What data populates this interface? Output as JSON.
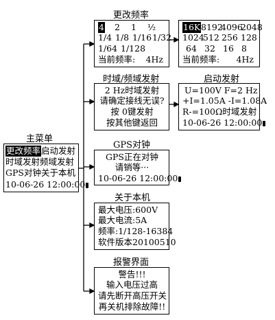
{
  "main_menu": {
    "title": "主菜单",
    "rows": [
      {
        "a": "更改频率",
        "b": "启动发射"
      },
      {
        "a": "时域发射",
        "b": "频域发射"
      },
      {
        "a": "GPS对钟",
        "b": "关于本机"
      }
    ],
    "datetime": "10-06-26 12:00:00"
  },
  "freq": {
    "title": "更改频率",
    "grid": [
      [
        "4",
        "2",
        "1",
        "½"
      ],
      [
        "1/4",
        "1/8",
        "1/16",
        "1/32"
      ],
      [
        "1/64",
        "1/128",
        "",
        ""
      ]
    ],
    "current_label": "当前频率:",
    "current_value": "4Hz"
  },
  "freq_high": {
    "grid": [
      [
        "16K",
        "8192",
        "4096",
        "2048"
      ],
      [
        "1024",
        "512",
        "256",
        "128"
      ],
      [
        "64",
        "32",
        "16",
        "8"
      ]
    ],
    "current_label": "当前频率:",
    "current_value": "4Hz"
  },
  "transmit": {
    "title": "时域/频域发射",
    "lines": [
      "2 Hz时域发射",
      "请确定接线无误?",
      "按 0键发射",
      "按其他键返回"
    ]
  },
  "start": {
    "title": "启动发射",
    "lines": [
      "U=100V F=2 Hz",
      "+I=1.05A -I=1.08A",
      "R-=100Ω时域发射"
    ],
    "datetime": "10-06-26 12:00:00"
  },
  "gps": {
    "title": "GPS对钟",
    "lines": [
      "GPS正在对钟",
      "请销等···"
    ],
    "datetime": "10-06-26 12:00:00"
  },
  "about": {
    "title": "关于本机",
    "lines": [
      "最大电压:600V",
      "最大电流:5A",
      "频率:1/128-16384",
      "软件版本20100510"
    ]
  },
  "alarm": {
    "title": "报警界面",
    "lines": [
      "警告!!!",
      "输入电压过高",
      "请先断开高压开关",
      "再关机排除故障!!"
    ]
  }
}
